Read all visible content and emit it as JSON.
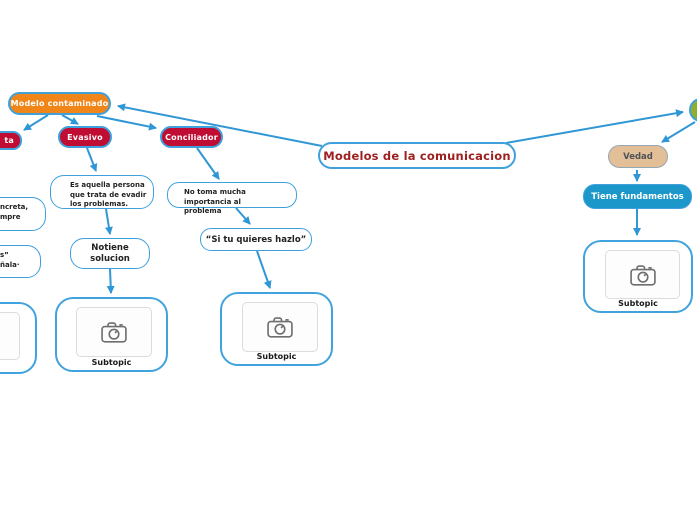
{
  "palette": {
    "arrow_blue": "#2f97d5",
    "node_border_blue": "#3fa0dc",
    "orange": "#f0861a",
    "crimson": "#c00d33",
    "olive_green": "#8fae2e",
    "tan": "#e3bf97",
    "teal": "#1b98c9",
    "title_text_red": "#9e2121"
  },
  "root": {
    "label": "Modelos de la comunicacion"
  },
  "branch_modelo": {
    "label": "Modelo contaminado"
  },
  "branch_evasivo": {
    "label": "Evasivo",
    "description": "Es aquella persona\nque trata de evadir\nlos problemas.",
    "solution": "Notiene\nsolucion",
    "subtopic_label": "Subtopic"
  },
  "branch_conciliador": {
    "label": "Conciliador",
    "description": "No toma mucha importancia al\nproblema",
    "quote": "“Si tu quieres hazlo”",
    "subtopic_label": "Subtopic"
  },
  "branch_left_cropped": {
    "node_label": "ta",
    "box1_text": "ncreta,\nmpre",
    "box2_text": "s”\nñala·"
  },
  "branch_verdad": {
    "label": "Vedad",
    "child_label": "Tiene fundamentos",
    "subtopic_label": "Subtopic"
  }
}
